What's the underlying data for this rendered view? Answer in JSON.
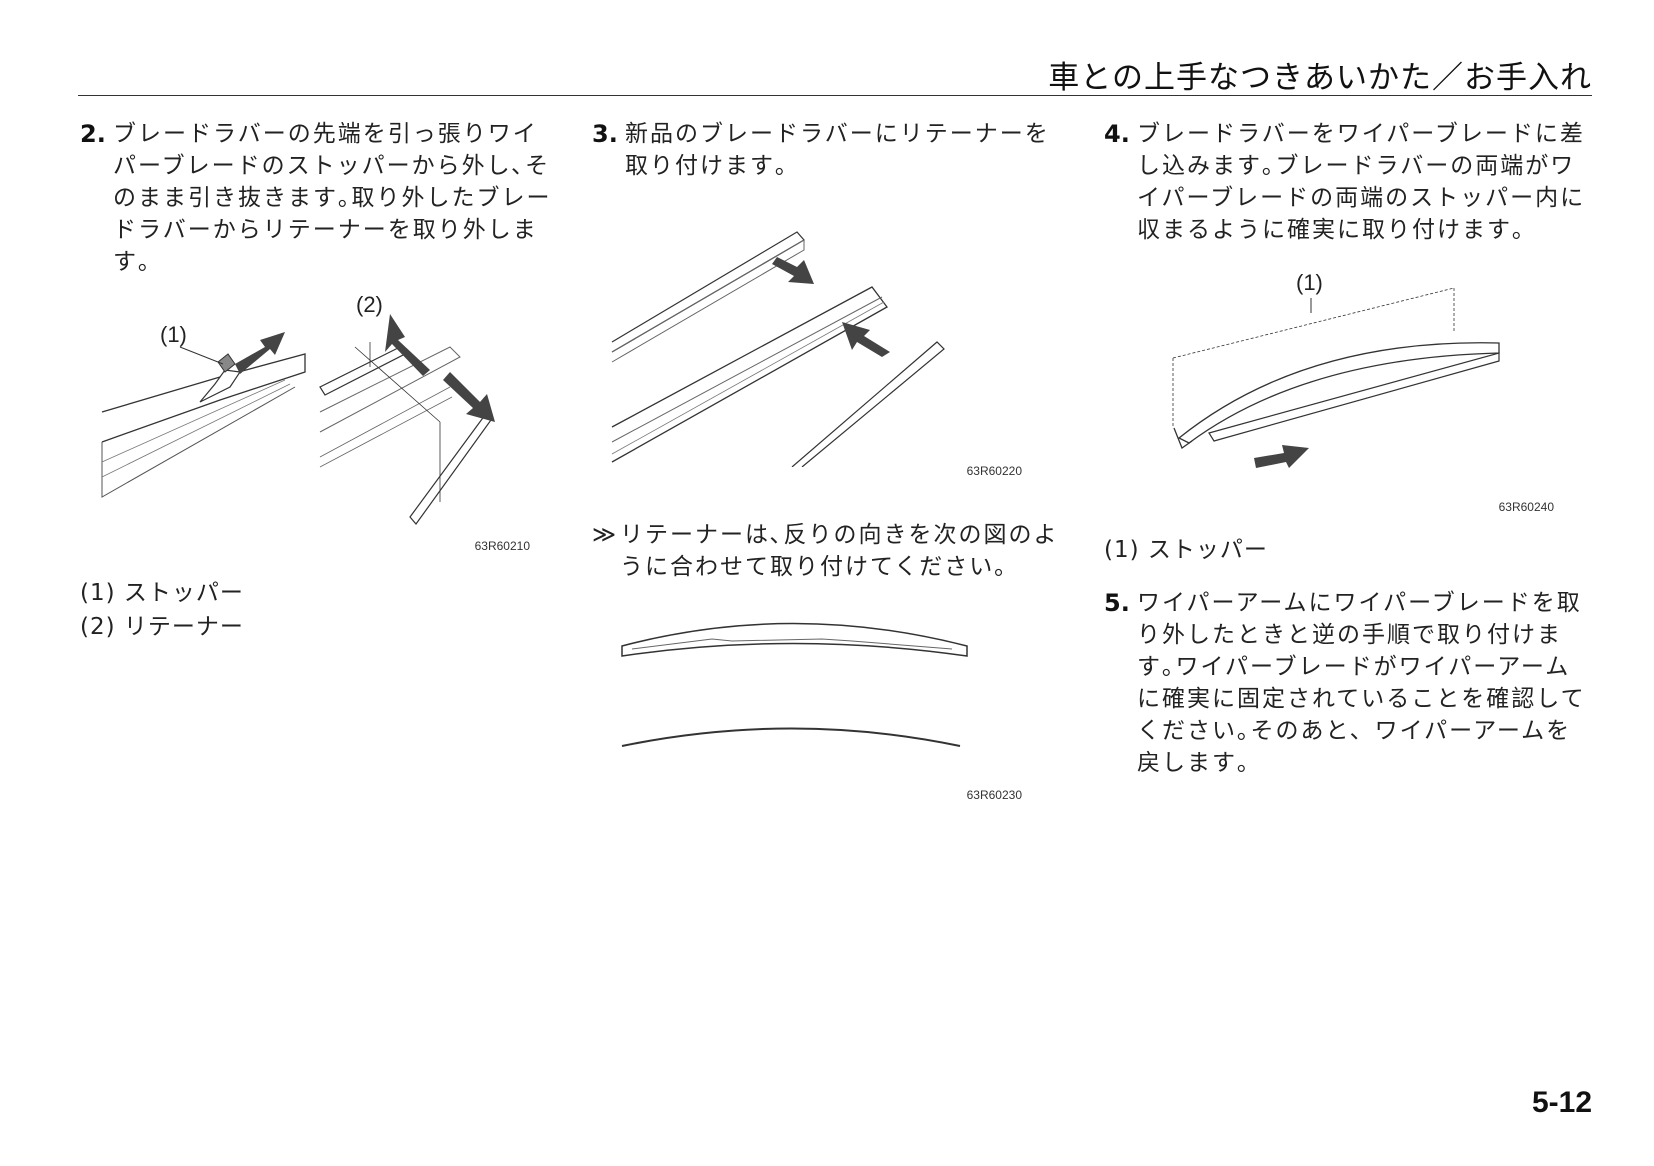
{
  "header": {
    "title": "車との上手なつきあいかた／お手入れ"
  },
  "steps": [
    {
      "number": "2.",
      "text": "ブレードラバーの先端を引っ張りワイパーブレードのストッパーから外し､そのまま引き抜きます｡取り外したブレードラバーからリテーナーを取り外します｡"
    },
    {
      "number": "3.",
      "text": "新品のブレードラバーにリテーナーを取り付けます｡"
    },
    {
      "number": "4.",
      "text": "ブレードラバーをワイパーブレードに差し込みます｡ブレードラバーの両端がワイパーブレードの両端のストッパー内に収まるように確実に取り付けます｡"
    },
    {
      "number": "5.",
      "text": "ワイパーアームにワイパーブレードを取り外したときと逆の手順で取り付けます｡ワイパーブレードがワイパーアームに確実に固定されていることを確認してください｡そのあと、ワイパーアームを戻します｡"
    }
  ],
  "note": {
    "mark": "≫",
    "text": "リテーナーは､反りの向きを次の図のように合わせて取り付けてください｡"
  },
  "figures": {
    "fig1": {
      "code": "63R60210",
      "callout1": "(1)",
      "callout2": "(2)"
    },
    "fig2": {
      "code": "63R60220"
    },
    "fig3": {
      "code": "63R60230"
    },
    "fig4": {
      "code": "63R60240",
      "callout1": "(1)"
    }
  },
  "legends": {
    "col1": [
      "(1) ストッパー",
      "(2) リテーナー"
    ],
    "col3": [
      "(1) ストッパー"
    ]
  },
  "page_number": "5-12"
}
